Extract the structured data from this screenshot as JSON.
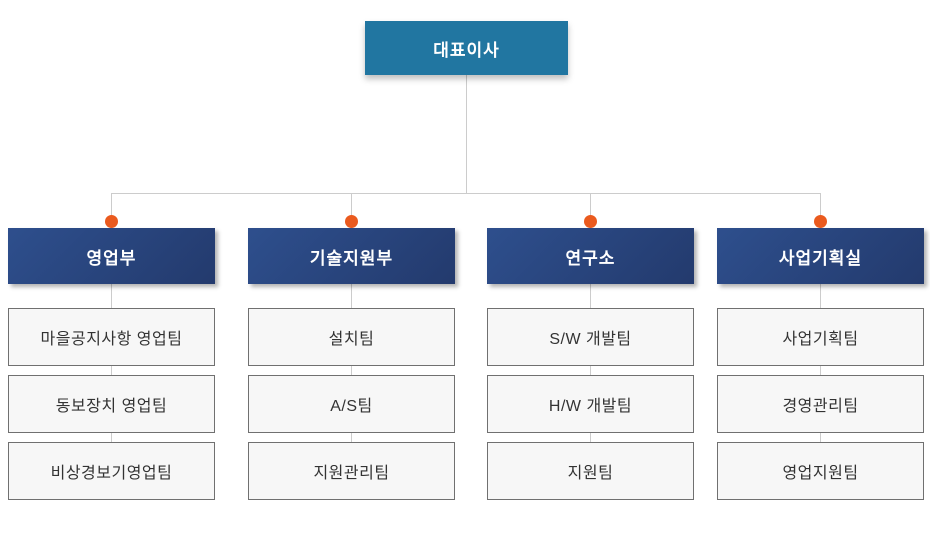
{
  "org": {
    "root": {
      "label": "대표이사"
    },
    "departments": [
      {
        "label": "영업부",
        "teams": [
          "마을공지사항 영업팀",
          "동보장치 영업팀",
          "비상경보기영업팀"
        ]
      },
      {
        "label": "기술지원부",
        "teams": [
          "설치팀",
          "A/S팀",
          "지원관리팀"
        ]
      },
      {
        "label": "연구소",
        "teams": [
          "S/W 개발팀",
          "H/W 개발팀",
          "지원팀"
        ]
      },
      {
        "label": "사업기획실",
        "teams": [
          "사업기획팀",
          "경영관리팀",
          "영업지원팀"
        ]
      }
    ],
    "colors": {
      "root_box": "#2176a1",
      "dept_gradient_start": "#2e4f8d",
      "dept_gradient_end": "#233a6d",
      "connector_line": "#cccccc",
      "junction_dot": "#ea5a1e",
      "team_box_bg": "#f7f7f7",
      "team_box_border": "#707070",
      "team_text": "#333333"
    }
  }
}
